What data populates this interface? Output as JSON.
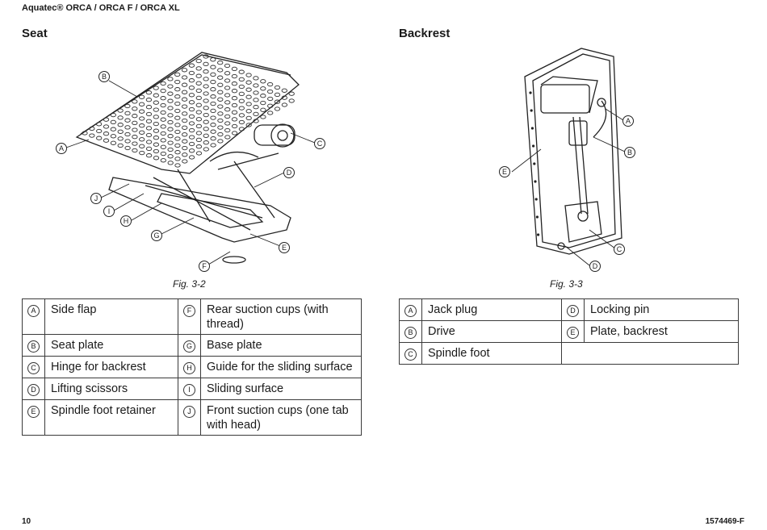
{
  "header": {
    "title": "Aquatec® ORCA / ORCA F / ORCA XL"
  },
  "seat": {
    "heading": "Seat",
    "figure_caption": "Fig. 3-2",
    "callouts": [
      "A",
      "B",
      "C",
      "D",
      "E",
      "F",
      "G",
      "H",
      "I",
      "J"
    ],
    "legend": [
      {
        "key": "A",
        "label": "Side flap"
      },
      {
        "key": "F",
        "label": "Rear suction cups (with thread)"
      },
      {
        "key": "B",
        "label": "Seat plate"
      },
      {
        "key": "G",
        "label": "Base plate"
      },
      {
        "key": "C",
        "label": "Hinge for backrest"
      },
      {
        "key": "H",
        "label": "Guide for the sliding surface"
      },
      {
        "key": "D",
        "label": "Lifting scissors"
      },
      {
        "key": "I",
        "label": "Sliding surface"
      },
      {
        "key": "E",
        "label": "Spindle foot retainer"
      },
      {
        "key": "J",
        "label": "Front suction cups (one tab with head)"
      }
    ]
  },
  "backrest": {
    "heading": "Backrest",
    "figure_caption": "Fig. 3-3",
    "callouts": [
      "A",
      "B",
      "C",
      "D",
      "E"
    ],
    "legend": [
      {
        "key": "A",
        "label": "Jack plug"
      },
      {
        "key": "D",
        "label": "Locking pin"
      },
      {
        "key": "B",
        "label": "Drive"
      },
      {
        "key": "E",
        "label": "Plate, backrest"
      },
      {
        "key": "C",
        "label": "Spindle foot"
      },
      {
        "key": "",
        "label": ""
      }
    ]
  },
  "footer": {
    "page_number": "10",
    "doc_number": "1574469-F"
  }
}
